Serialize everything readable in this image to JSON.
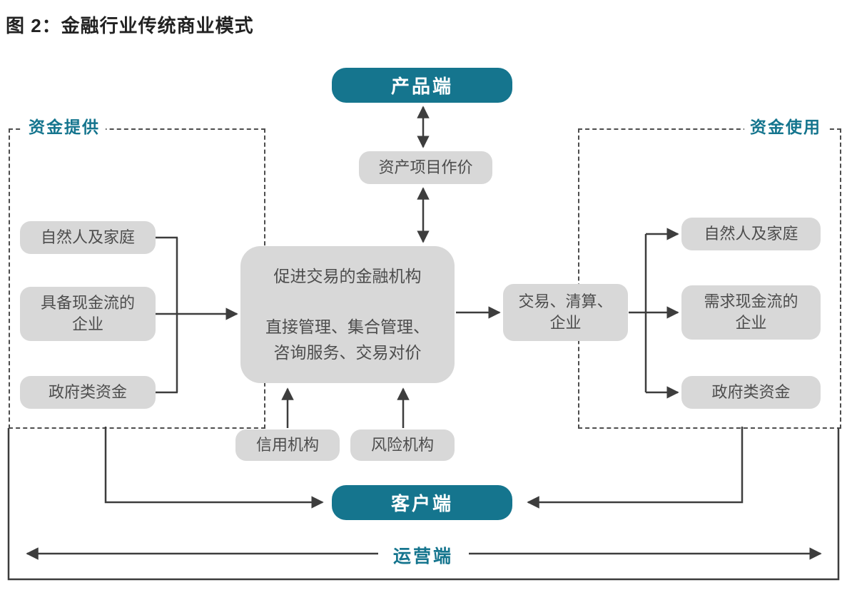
{
  "title": "图 2：金融行业传统商业模式",
  "colors": {
    "teal": "#15758e",
    "node_gray": "#d8d8d8",
    "node_text": "#4d4d4d",
    "line": "#3d3d3d"
  },
  "nodes": {
    "product": "产品端",
    "asset_pricing": "资产项目作价",
    "central": "促进交易的金融机构\n\n直接管理、集合管理、\n咨询服务、交易对价",
    "clearing": "交易、清算、\n企业",
    "credit": "信用机构",
    "risk": "风险机构",
    "client": "客户端",
    "operations": "运营端"
  },
  "left_group": {
    "label": "资金提供",
    "items": [
      "自然人及家庭",
      "具备现金流的\n企业",
      "政府类资金"
    ]
  },
  "right_group": {
    "label": "资金使用",
    "items": [
      "自然人及家庭",
      "需求现金流的\n企业",
      "政府类资金"
    ]
  }
}
